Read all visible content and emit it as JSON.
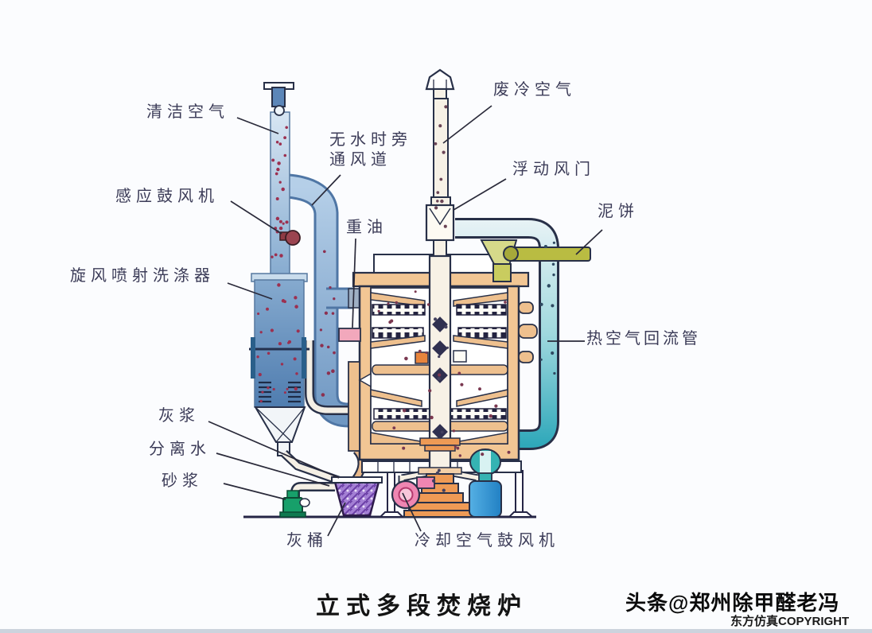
{
  "diagram": {
    "title": "立式多段焚烧炉",
    "labels": {
      "clean_air": "清洁空气",
      "bypass_duct": "无水时旁通风道",
      "induced_fan": "感应鼓风机",
      "cyclone_scrubber": "旋风喷射洗涤器",
      "heavy_oil": "重油",
      "waste_cold_air": "废冷空气",
      "floating_damper": "浮动风门",
      "mud_cake": "泥饼",
      "hot_air_return": "热空气回流管",
      "ash_slurry": "灰浆",
      "separated_water": "分离水",
      "sand_slurry": "砂浆",
      "ash_bucket": "灰桶",
      "cooling_blower": "冷却空气鼓风机"
    },
    "watermark": {
      "byline": "头条@郑州除甲醛老冯",
      "copyright": "东方仿真COPYRIGHT"
    },
    "colors": {
      "stack_blue_dark": "#3f6fa6",
      "stack_blue_light": "#d8e6f3",
      "hot_air_teal": "#2fa8ba",
      "furnace_tan": "#f2c694",
      "mud_cake_olive": "#b9bc42",
      "blower_pink": "#ef86b2",
      "tank_blue": "#2e8fd0",
      "valve_green": "#17a06a",
      "bucket_purple": "#9b6fd0",
      "dot_red": "#9c3050",
      "outline_navy": "#283048"
    }
  }
}
